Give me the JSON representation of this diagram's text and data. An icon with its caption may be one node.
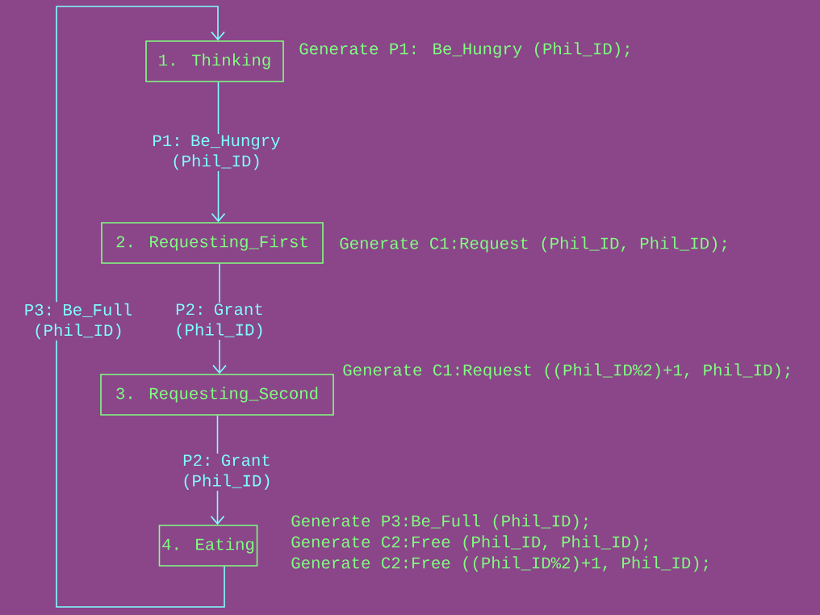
{
  "diagram": {
    "nodes": [
      {
        "text": [
          "1. Thinking"
        ],
        "beside": [
          "Generate P1: Be_Hungry (Phil_ID);"
        ]
      },
      {
        "text": [
          "2. Requesting_First"
        ],
        "beside": [
          "Generate C1:Request (Phil_ID, Phil_ID);"
        ]
      },
      {
        "text": [
          "3. Requesting_Second"
        ],
        "beside": [
          "Generate C1:Request ((Phil_ID%2)+1, Phil_ID);"
        ]
      },
      {
        "text": [
          "4. Eating"
        ],
        "beside": [
          "Generate P3:Be_Full (Phil_ID);",
          "Generate C2:Free (Phil_ID, Phil_ID);",
          "Generate C2:Free ((Phil_ID%2)+1, Phil_ID);"
        ]
      }
    ],
    "edges": [
      {
        "from": 0,
        "to": 1,
        "arrow": "to",
        "label": "P1: Be_Hungry (Phil_ID)"
      },
      {
        "from": 1,
        "to": 2,
        "arrow": "to",
        "label": "P2: Grant (Phil_ID)"
      },
      {
        "from": 2,
        "to": 3,
        "arrow": "to",
        "label": "P2: Grant (Phil_ID)"
      },
      {
        "from": 3,
        "to": 0,
        "arrow": "to",
        "label": "P3: Be_Full (Phil_ID)"
      }
    ]
  }
}
